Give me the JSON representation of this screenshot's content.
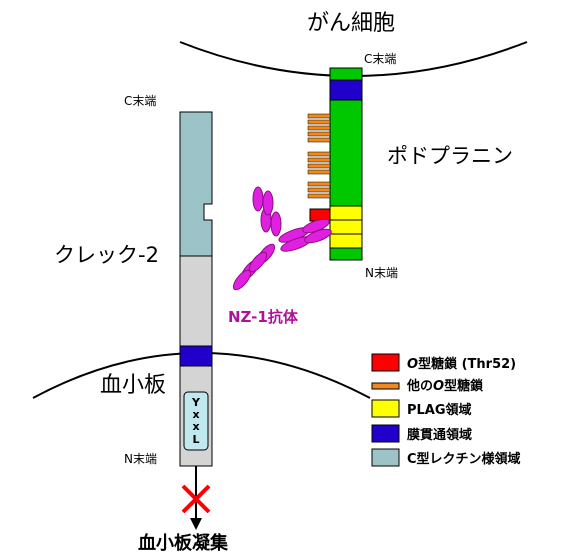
{
  "labels": {
    "cancer_cell": "がん細胞",
    "podoplanin": "ポドプラニン",
    "clec2": "クレック-2",
    "platelet": "血小板",
    "platelet_aggregation": "血小板凝集",
    "antibody": "NZ-1抗体",
    "c_term_pdpn": "C末端",
    "n_term_pdpn": "N末端",
    "c_term_clec": "C末端",
    "n_term_clec": "N末端",
    "motif_y1": "Y",
    "motif_x1": "x",
    "motif_x2": "x",
    "motif_l": "L"
  },
  "legend": {
    "items": [
      {
        "label_italic": "O",
        "label_rest": "型糖鎖 (Thr52)",
        "color": "#ff0000"
      },
      {
        "label_pre": "他の",
        "label_italic": "O",
        "label_rest": "型糖鎖",
        "color": "#f08a1c"
      },
      {
        "label_rest": "PLAG領域",
        "color": "#ffff00"
      },
      {
        "label_rest": "膜貫通領域",
        "color": "#2200cc"
      },
      {
        "label_rest": "C型レクチン様領域",
        "color": "#9cc3c8"
      }
    ]
  },
  "colors": {
    "podoplanin_green": "#00c800",
    "clec_teal": "#9cc3c8",
    "clec_gray": "#d4d4d4",
    "transmembrane": "#2200cc",
    "plag": "#ffff00",
    "thr52": "#ff0000",
    "other_glycan": "#f08a1c",
    "antibody": "#e020e0",
    "antibody_text": "#b0109a",
    "cross": "#ff0000"
  }
}
